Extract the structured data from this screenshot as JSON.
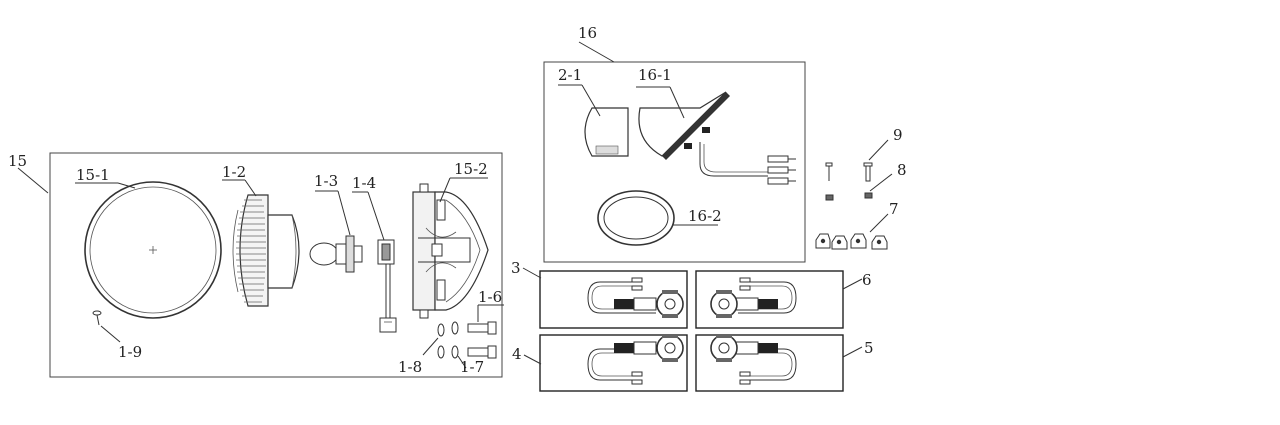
{
  "labels": {
    "l15": "15",
    "l15_1": "15-1",
    "l1_2": "1-2",
    "l1_3": "1-3",
    "l1_4": "1-4",
    "l15_2": "15-2",
    "l1_6": "1-6",
    "l1_7": "1-7",
    "l1_8": "1-8",
    "l1_9": "1-9",
    "l16": "16",
    "l2_1": "2-1",
    "l16_1": "16-1",
    "l16_2": "16-2",
    "l9": "9",
    "l8": "8",
    "l7": "7",
    "l3": "3",
    "l4": "4",
    "l5": "5",
    "l6": "6"
  }
}
